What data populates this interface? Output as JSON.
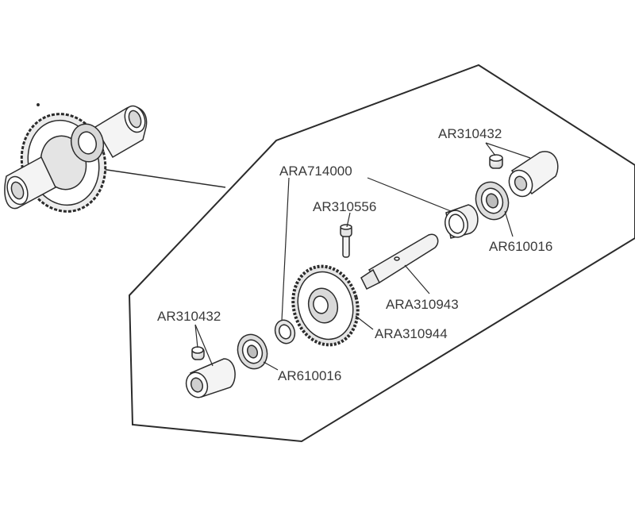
{
  "labels": {
    "top_right_pin": "AR310432",
    "spacer": "ARA714000",
    "screw": "AR310556",
    "top_right_bearing": "AR610016",
    "shaft": "ARA310943",
    "gear": "ARA310944",
    "bottom_left_pin": "AR310432",
    "bottom_left_bearing": "AR610016"
  },
  "colors": {
    "line": "#2b2b2b",
    "fill": "#ffffff",
    "shade": "#cfcfcf",
    "label": "#3a3a3a"
  }
}
